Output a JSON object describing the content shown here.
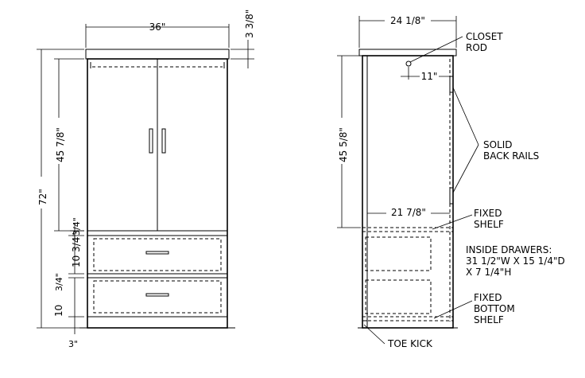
{
  "front_view": {
    "width_dim": "36\"",
    "top_dim": "3 3/8\"",
    "overall_height_dim": "72\"",
    "upper_height_dim": "45 7/8\"",
    "shelf_gap_dim": "3/4\"",
    "drawer1_height_dim": "10 3/4\"",
    "drawer_gap_dim": "3/4\"",
    "drawer2_height_dim": "10",
    "toe_dim": "3\""
  },
  "side_view": {
    "depth_dim": "24 1/8\"",
    "interior_height_dim": "45 5/8\"",
    "rod_offset_dim": "11\"",
    "shelf_depth_dim": "21 7/8\""
  },
  "callouts": {
    "closet_rod": [
      "CLOSET",
      "ROD"
    ],
    "back_rails": [
      "SOLID",
      "BACK RAILS"
    ],
    "fixed_shelf": [
      "FIXED",
      "SHELF"
    ],
    "inside_drawers": [
      "INSIDE DRAWERS:",
      "31 1/2\"W X 15 1/4\"D",
      "X 7 1/4\"H"
    ],
    "bottom_shelf": [
      "FIXED",
      "BOTTOM",
      "SHELF"
    ],
    "toe_kick": "TOE KICK"
  }
}
